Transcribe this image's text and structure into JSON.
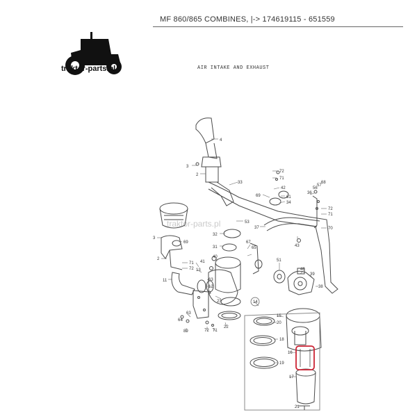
{
  "header": {
    "title": "MF 860/865 COMBINES, |-> 174619115 - 651559",
    "subtitle": "AIR INTAKE AND EXHAUST"
  },
  "logo": {
    "text": "traktor-parts.pl",
    "watermark_text": "traktor-parts.pl",
    "icon": "tractor-icon"
  },
  "colors": {
    "line": "#4a4a4a",
    "highlight": "#cc2233",
    "watermark": "#cfcfcf"
  },
  "callouts": [
    {
      "id": "c4",
      "text": "4"
    },
    {
      "id": "c3a",
      "text": "3"
    },
    {
      "id": "c2a",
      "text": "2"
    },
    {
      "id": "c72a",
      "text": "72"
    },
    {
      "id": "c71a",
      "text": "71"
    },
    {
      "id": "c33",
      "text": "33"
    },
    {
      "id": "c69",
      "text": "69"
    },
    {
      "id": "c42",
      "text": "42"
    },
    {
      "id": "c61",
      "text": "61"
    },
    {
      "id": "c34",
      "text": "34"
    },
    {
      "id": "c36",
      "text": "36"
    },
    {
      "id": "c56",
      "text": "56"
    },
    {
      "id": "c57",
      "text": "57"
    },
    {
      "id": "c68",
      "text": "68"
    },
    {
      "id": "c72b",
      "text": "72"
    },
    {
      "id": "c71b",
      "text": "71"
    },
    {
      "id": "c70",
      "text": "70"
    },
    {
      "id": "c37",
      "text": "37"
    },
    {
      "id": "c43",
      "text": "43"
    },
    {
      "id": "c53",
      "text": "53"
    },
    {
      "id": "c32",
      "text": "32"
    },
    {
      "id": "c67",
      "text": "67"
    },
    {
      "id": "c65",
      "text": "65"
    },
    {
      "id": "c31",
      "text": "31"
    },
    {
      "id": "c3b",
      "text": "3"
    },
    {
      "id": "c69b",
      "text": "69"
    },
    {
      "id": "c2b",
      "text": "2"
    },
    {
      "id": "c71c",
      "text": "71"
    },
    {
      "id": "c72c",
      "text": "72"
    },
    {
      "id": "c41",
      "text": "41"
    },
    {
      "id": "c40",
      "text": "40"
    },
    {
      "id": "c13",
      "text": "13"
    },
    {
      "id": "c11",
      "text": "11"
    },
    {
      "id": "c63",
      "text": "63"
    },
    {
      "id": "c12",
      "text": "12"
    },
    {
      "id": "c9",
      "text": "9"
    },
    {
      "id": "c23",
      "text": "23"
    },
    {
      "id": "c51",
      "text": "51"
    },
    {
      "id": "c46",
      "text": "46"
    },
    {
      "id": "c39",
      "text": "39"
    },
    {
      "id": "c38",
      "text": "38"
    },
    {
      "id": "c14",
      "text": "14"
    },
    {
      "id": "c64",
      "text": "64"
    },
    {
      "id": "c63b",
      "text": "63"
    },
    {
      "id": "c89",
      "text": "89"
    },
    {
      "id": "c72d",
      "text": "72"
    },
    {
      "id": "c71d",
      "text": "71"
    },
    {
      "id": "c22",
      "text": "22"
    },
    {
      "id": "c15",
      "text": "15"
    },
    {
      "id": "c20",
      "text": "20"
    },
    {
      "id": "c18",
      "text": "18"
    },
    {
      "id": "c16",
      "text": "16"
    },
    {
      "id": "c19",
      "text": "19"
    },
    {
      "id": "c17",
      "text": "17"
    },
    {
      "id": "c21",
      "text": "21"
    }
  ]
}
